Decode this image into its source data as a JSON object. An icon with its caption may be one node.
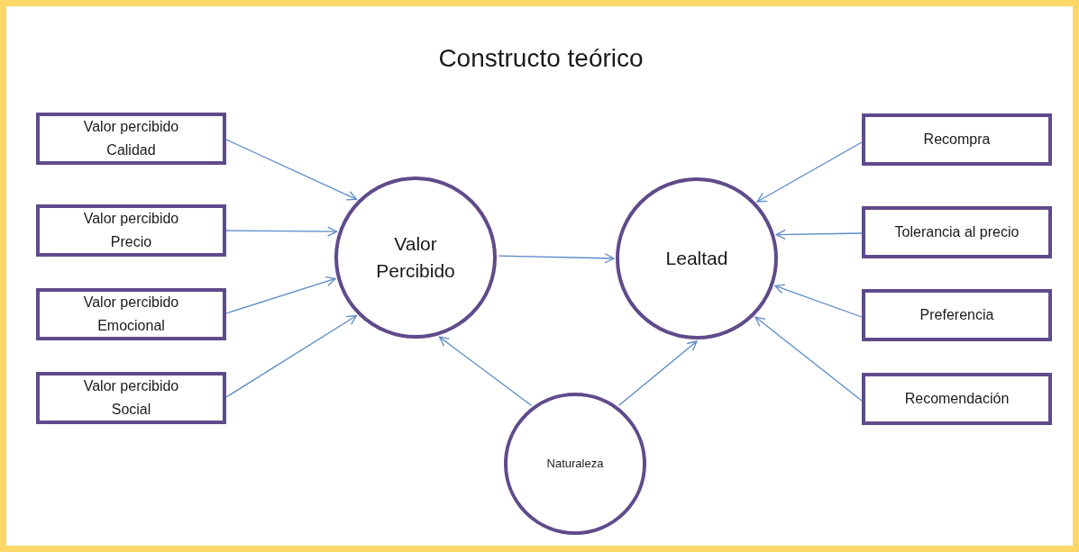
{
  "diagram": {
    "title": "Constructo teórico",
    "nodes": [
      {
        "text": [
          "Valor percibido Calidad"
        ]
      },
      {
        "text": [
          "Valor percibido Precio"
        ]
      },
      {
        "text": [
          "Valor percibido Emocional"
        ]
      },
      {
        "text": [
          "Valor percibido Social"
        ]
      },
      {
        "text": [
          "Valor Percibido"
        ]
      },
      {
        "text": [
          "Lealtad"
        ]
      },
      {
        "text": [
          "Recompra"
        ]
      },
      {
        "text": [
          "Tolerancia al precio"
        ]
      },
      {
        "text": [
          "Preferencia"
        ]
      },
      {
        "text": [
          "Recomendación"
        ]
      },
      {
        "text": [
          "Naturaleza"
        ]
      }
    ],
    "edges": [
      {
        "from": 0,
        "to": 4,
        "arrow": "to"
      },
      {
        "from": 1,
        "to": 4,
        "arrow": "to"
      },
      {
        "from": 2,
        "to": 4,
        "arrow": "to"
      },
      {
        "from": 3,
        "to": 4,
        "arrow": "to"
      },
      {
        "from": 4,
        "to": 5,
        "arrow": "to"
      },
      {
        "from": 6,
        "to": 5,
        "arrow": "to"
      },
      {
        "from": 7,
        "to": 5,
        "arrow": "to"
      },
      {
        "from": 8,
        "to": 5,
        "arrow": "to"
      },
      {
        "from": 9,
        "to": 5,
        "arrow": "to"
      },
      {
        "from": 10,
        "to": 4,
        "arrow": "to"
      },
      {
        "from": 10,
        "to": 5,
        "arrow": "to"
      }
    ]
  }
}
